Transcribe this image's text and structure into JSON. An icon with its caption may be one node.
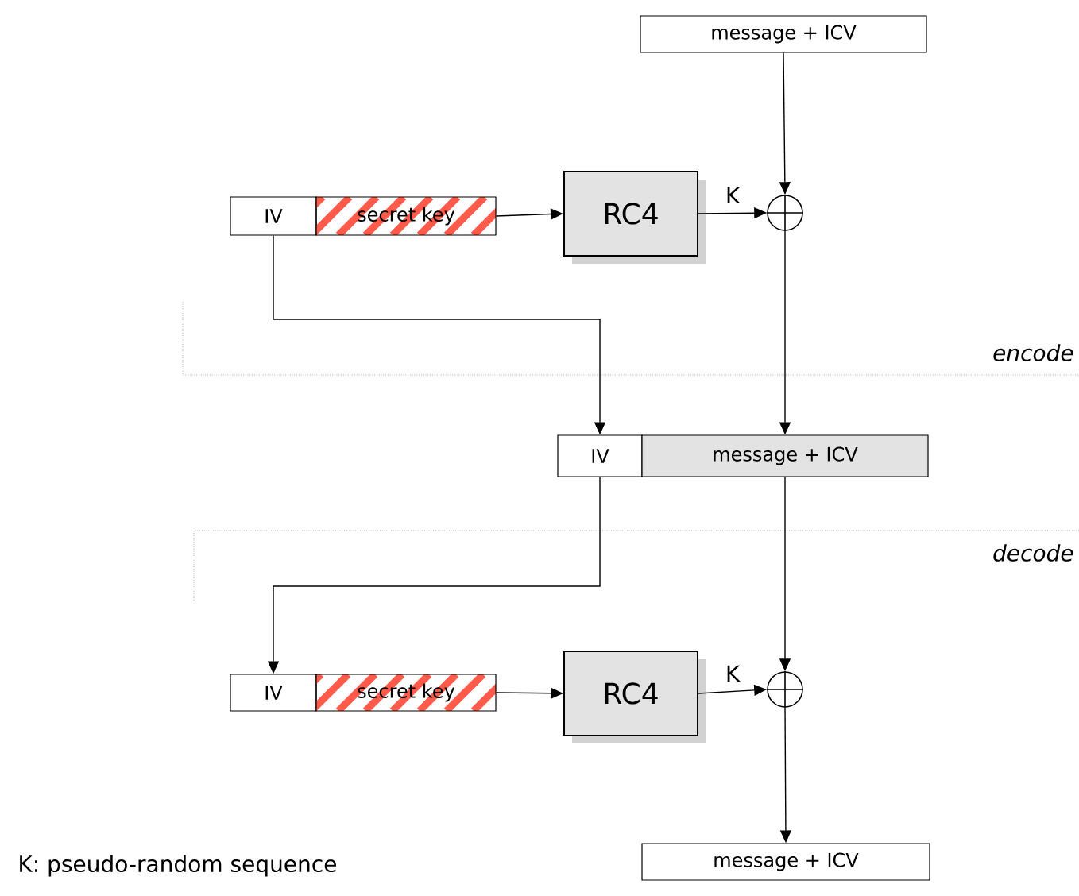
{
  "diagram": {
    "nodes": [
      {
        "text": [
          "message + ICV"
        ]
      },
      {
        "text": [
          "IV"
        ]
      },
      {
        "text": [
          "secret key"
        ]
      },
      {
        "text": [
          "RC4"
        ]
      },
      {
        "text": [],
        "shape": "circle"
      },
      {
        "text": [
          "IV"
        ]
      },
      {
        "text": [
          "message + ICV"
        ]
      },
      {
        "text": [
          "IV"
        ]
      },
      {
        "text": [
          "secret key"
        ]
      },
      {
        "text": [
          "RC4"
        ]
      },
      {
        "text": [],
        "shape": "circle"
      },
      {
        "text": [
          "message + ICV"
        ]
      }
    ],
    "edges": [
      {
        "from": 0,
        "to": 4,
        "arrow": "to"
      },
      {
        "from": 2,
        "to": 3,
        "arrow": "to"
      },
      {
        "from": 3,
        "to": 4,
        "arrow": "to",
        "label": "K"
      },
      {
        "from": 1,
        "to": 5,
        "arrow": "to"
      },
      {
        "from": 4,
        "to": 6,
        "arrow": "to"
      },
      {
        "from": 5,
        "to": 7,
        "arrow": "to"
      },
      {
        "from": 6,
        "to": 10,
        "arrow": "to"
      },
      {
        "from": 8,
        "to": 9,
        "arrow": "to"
      },
      {
        "from": 9,
        "to": 10,
        "arrow": "to",
        "label": "K"
      },
      {
        "from": 10,
        "to": 11,
        "arrow": "to"
      }
    ],
    "labels": [
      "encode",
      "decode",
      "K: pseudo-random sequence"
    ]
  }
}
